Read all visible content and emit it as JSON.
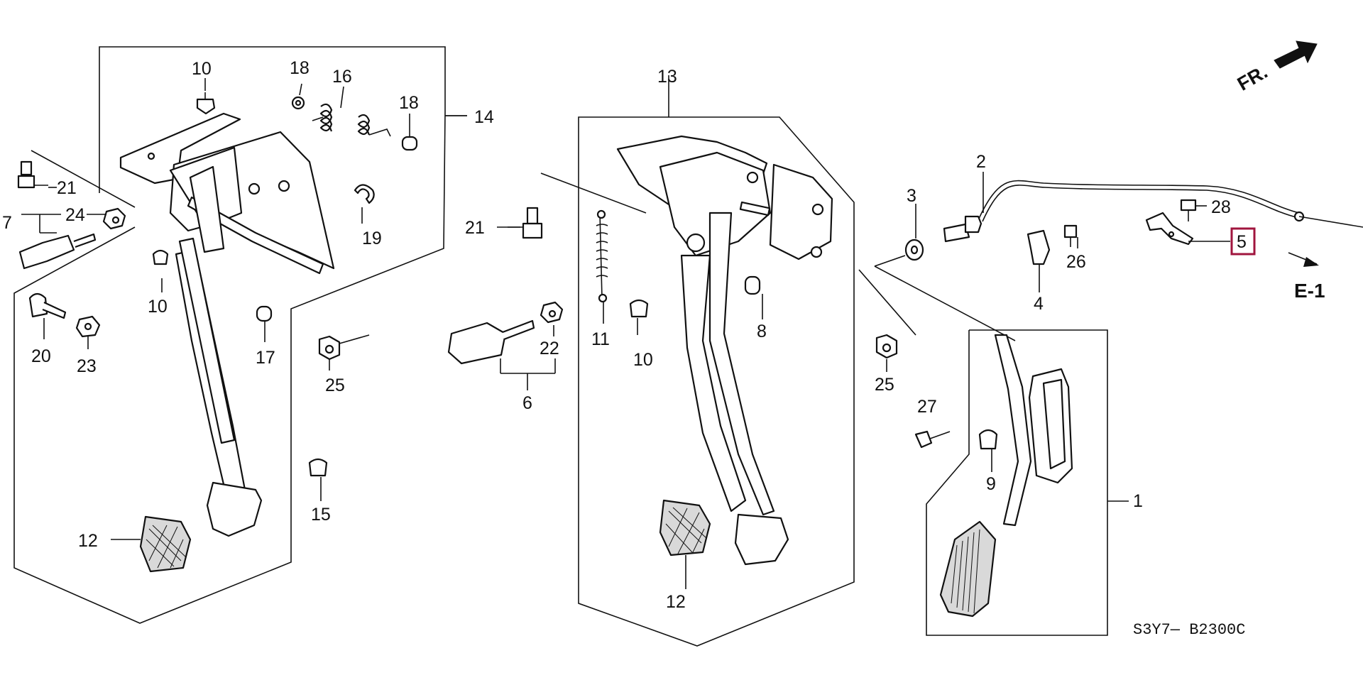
{
  "diagram_code": "S3Y7— B2300C",
  "direction_label": "FR.",
  "reference_label": "E-1",
  "colors": {
    "highlight_box": "#a0153e",
    "ink": "#111111"
  },
  "callouts": {
    "c1": "1",
    "c2": "2",
    "c3": "3",
    "c4": "4",
    "c5": "5",
    "c6": "6",
    "c7": "7",
    "c8": "8",
    "c9": "9",
    "c10a": "10",
    "c10b": "10",
    "c10c": "10",
    "c11": "11",
    "c12a": "12",
    "c12b": "12",
    "c13": "13",
    "c14": "14",
    "c15": "15",
    "c16": "16",
    "c17": "17",
    "c18a": "18",
    "c18b": "18",
    "c19": "19",
    "c20": "20",
    "c21a": "21",
    "c21b": "21",
    "c22": "22",
    "c23": "23",
    "c24": "24",
    "c25a": "25",
    "c25b": "25",
    "c26": "26",
    "c27": "27",
    "c28": "28"
  },
  "highlighted_callout": "5"
}
